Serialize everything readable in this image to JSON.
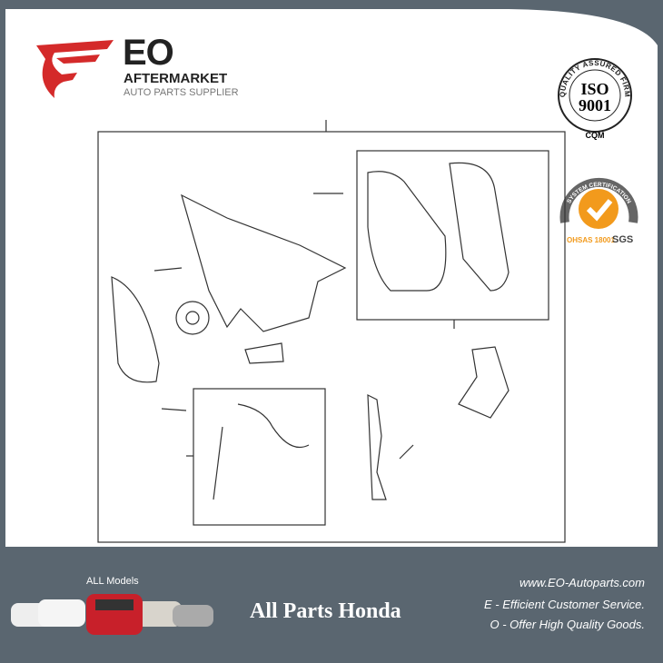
{
  "brand": {
    "logo_text": "EO",
    "title": "AFTERMARKET",
    "subtitle": "AUTO PARTS SUPPLIER",
    "accent": "#d42a2a"
  },
  "badges": {
    "iso": {
      "ring_text": "QUALITY ASSURED FIRM",
      "line1": "ISO",
      "line2": "9001",
      "mark": "CQM"
    },
    "sgs": {
      "ring_text": "SYSTEM CERTIFICATION",
      "standard": "OHSAS 18001",
      "mark": "SGS"
    }
  },
  "footer": {
    "models_label": "ALL Models",
    "headline": "All Parts Honda",
    "website": "www.EO-Autoparts.com",
    "tagline_e": "E - Efficient Customer Service.",
    "tagline_o": "O - Offer High Quality Goods."
  },
  "colors": {
    "background": "#5a6670",
    "panel": "#ffffff"
  }
}
